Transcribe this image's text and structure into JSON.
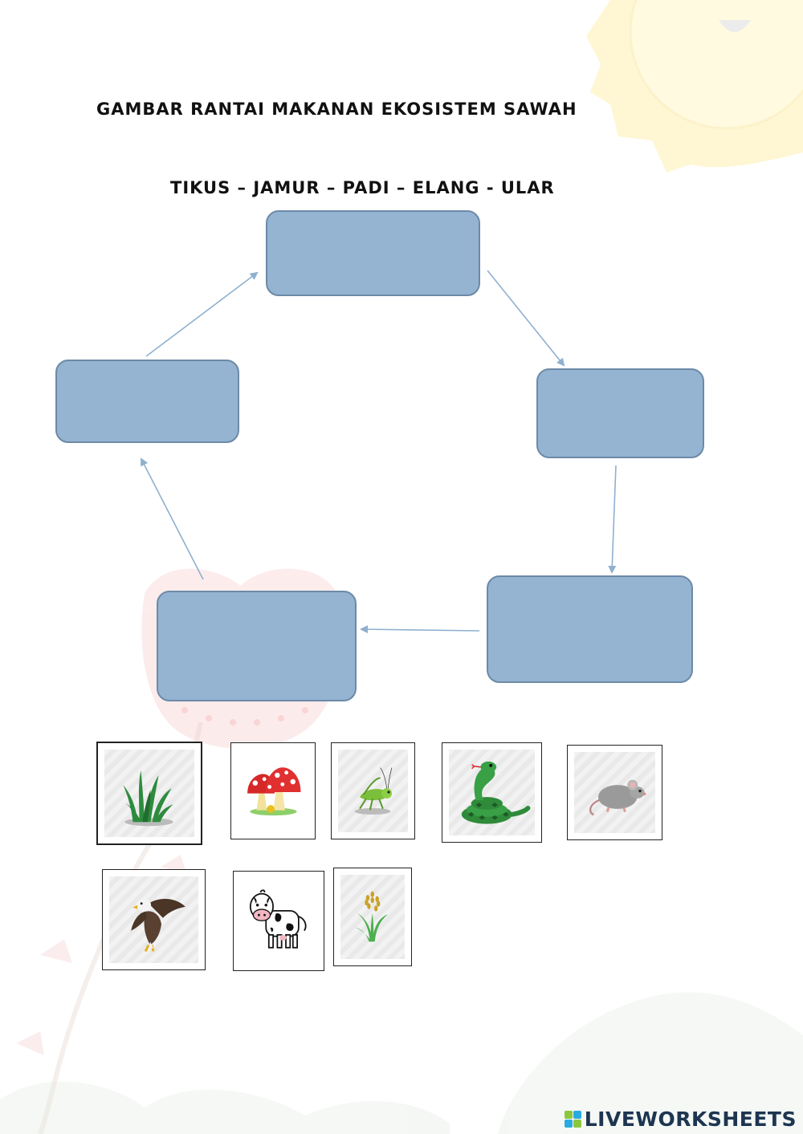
{
  "worksheet": {
    "title": "GAMBAR RANTAI MAKANAN EKOSISTEM SAWAH",
    "word_bank": "TIKUS – JAMUR – PADI – ELANG - ULAR"
  },
  "picture_cards": [
    {
      "icon": "grass-icon"
    },
    {
      "icon": "mushroom-icon"
    },
    {
      "icon": "grasshopper-icon"
    },
    {
      "icon": "snake-icon"
    },
    {
      "icon": "mouse-icon"
    },
    {
      "icon": "eagle-icon"
    },
    {
      "icon": "cow-icon"
    },
    {
      "icon": "rice-plant-icon"
    }
  ],
  "footer": {
    "brand": "LIVEWORKSHEETS"
  },
  "colors": {
    "box_fill": "#95b4d2",
    "box_border": "#6c8aa8",
    "arrow": "#8fb0cf",
    "brand_text": "#1d3550"
  }
}
